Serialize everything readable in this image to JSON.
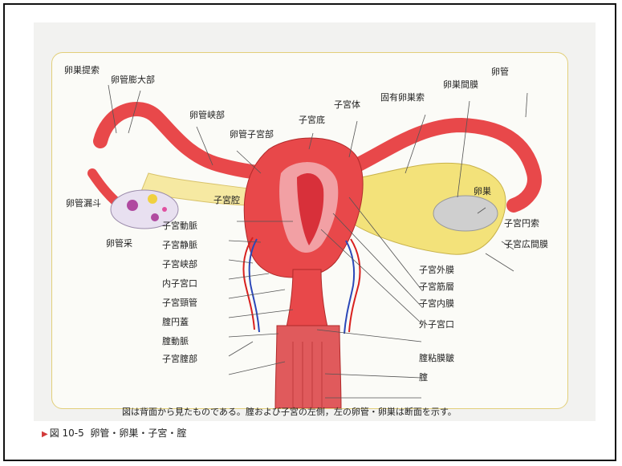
{
  "labels": {
    "ovarian_suspensory_ligament": "卵巣提索",
    "ampulla": "卵管膨大部",
    "isthmus_tube": "卵管峡部",
    "uterine_part_tube": "卵管子宮部",
    "fundus": "子宮底",
    "body": "子宮体",
    "ovarian_ligament": "固有卵巣索",
    "mesovarium": "卵巣間膜",
    "fallopian_tube": "卵管",
    "infundibulum": "卵管漏斗",
    "fimbriae": "卵管采",
    "uterine_cavity": "子宮腔",
    "ovary": "卵巣",
    "round_ligament": "子宮円索",
    "broad_ligament": "子宮広間膜",
    "uterine_artery": "子宮動脈",
    "uterine_vein": "子宮静脈",
    "uterine_isthmus": "子宮峡部",
    "internal_os": "内子宮口",
    "cervical_canal": "子宮頸管",
    "vaginal_fornix": "腟円蓋",
    "vaginal_artery": "腟動脈",
    "vaginal_portion": "子宮腟部",
    "perimetrium": "子宮外膜",
    "myometrium": "子宮筋層",
    "endometrium": "子宮内膜",
    "external_os": "外子宮口",
    "vaginal_rugae": "腟粘膜皺",
    "vagina": "腟"
  },
  "caption": "図は背面から見たものである。腟および子宮の左側，左の卵管・卵巣は断面を示す。",
  "figure": {
    "marker": "▶",
    "number": "図 10-5",
    "title": "卵管・卵巣・子宮・腟"
  },
  "colors": {
    "tissue_red": "#e8484a",
    "tissue_pink": "#f2a0a4",
    "ligament_yellow": "#f3e27a",
    "artery": "#d8201e",
    "vein": "#2b47b8",
    "ovary": "#cfcfcf",
    "frame_gold": "#e2cf7a"
  }
}
